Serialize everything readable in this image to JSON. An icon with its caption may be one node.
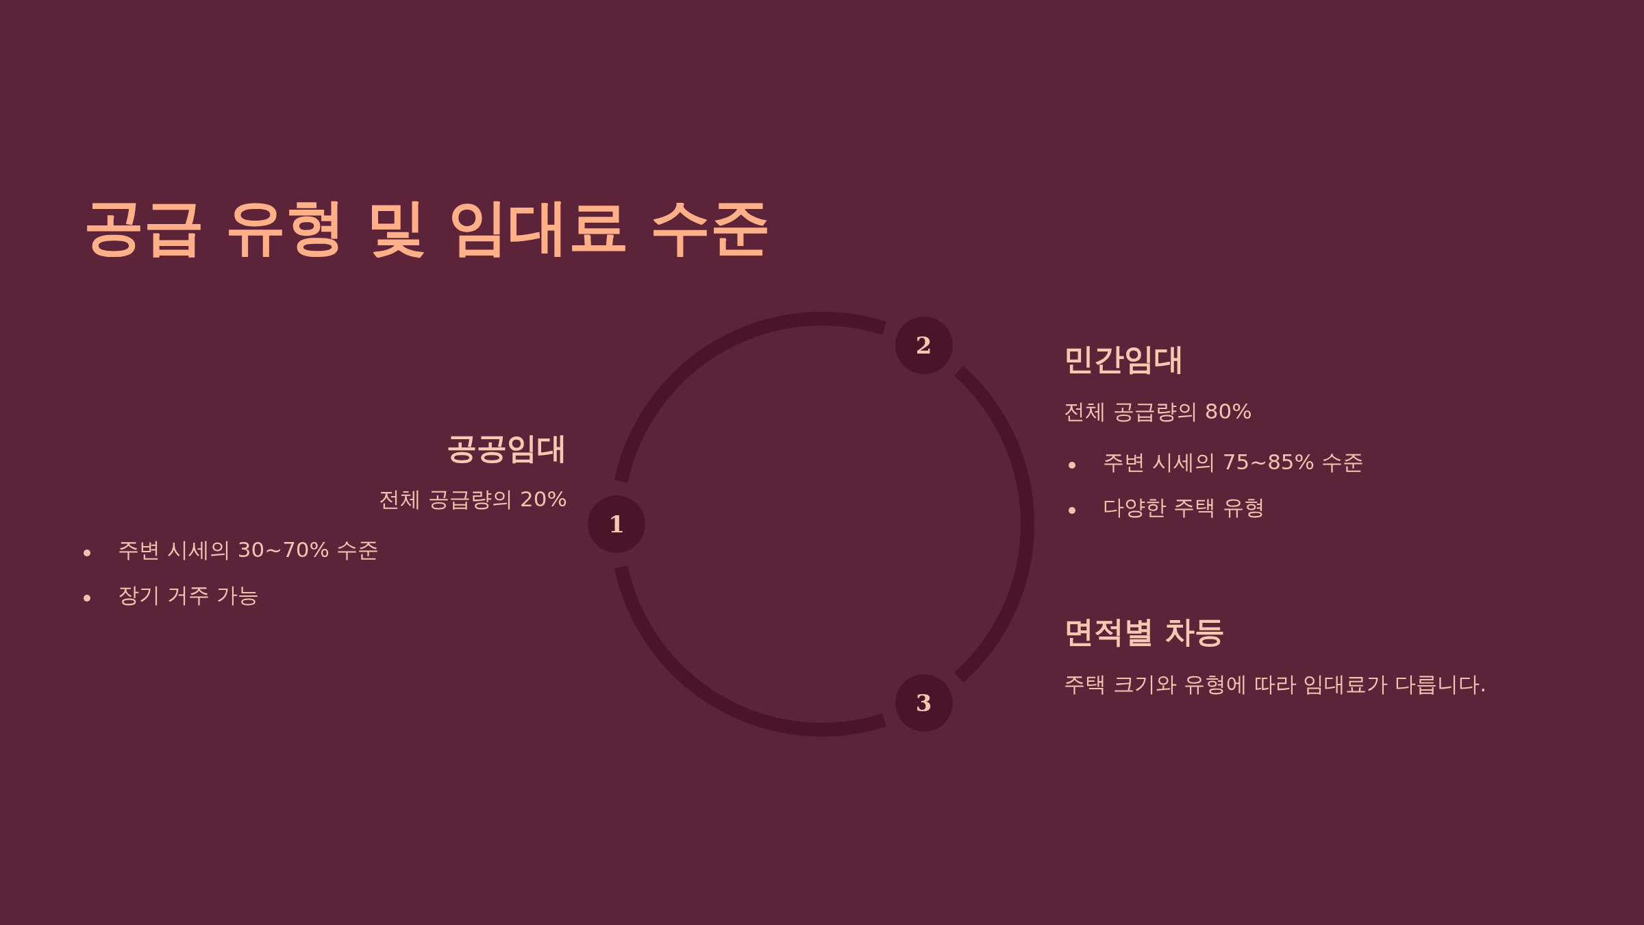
{
  "diagram": {
    "title": "공급 유형 및 임대료 수준",
    "nodes": [
      {
        "text": [
          "1"
        ],
        "beside": [
          "공공임대",
          "전체 공급량의 20%",
          "주변 시세의 30~70% 수준",
          "장기 거주 가능"
        ]
      },
      {
        "text": [
          "2"
        ],
        "beside": [
          "민간임대",
          "전체 공급량의 80%",
          "주변 시세의 75~85% 수준",
          "다양한 주택 유형"
        ]
      },
      {
        "text": [
          "3"
        ],
        "beside": [
          "면적별 차등",
          "주택 크기와 유형에 따라 임대료가 다릅니다."
        ]
      }
    ],
    "edges": [
      {
        "from": 0,
        "to": 1,
        "arrow": "none"
      },
      {
        "from": 1,
        "to": 2,
        "arrow": "none"
      },
      {
        "from": 2,
        "to": 0,
        "arrow": "none"
      }
    ]
  }
}
